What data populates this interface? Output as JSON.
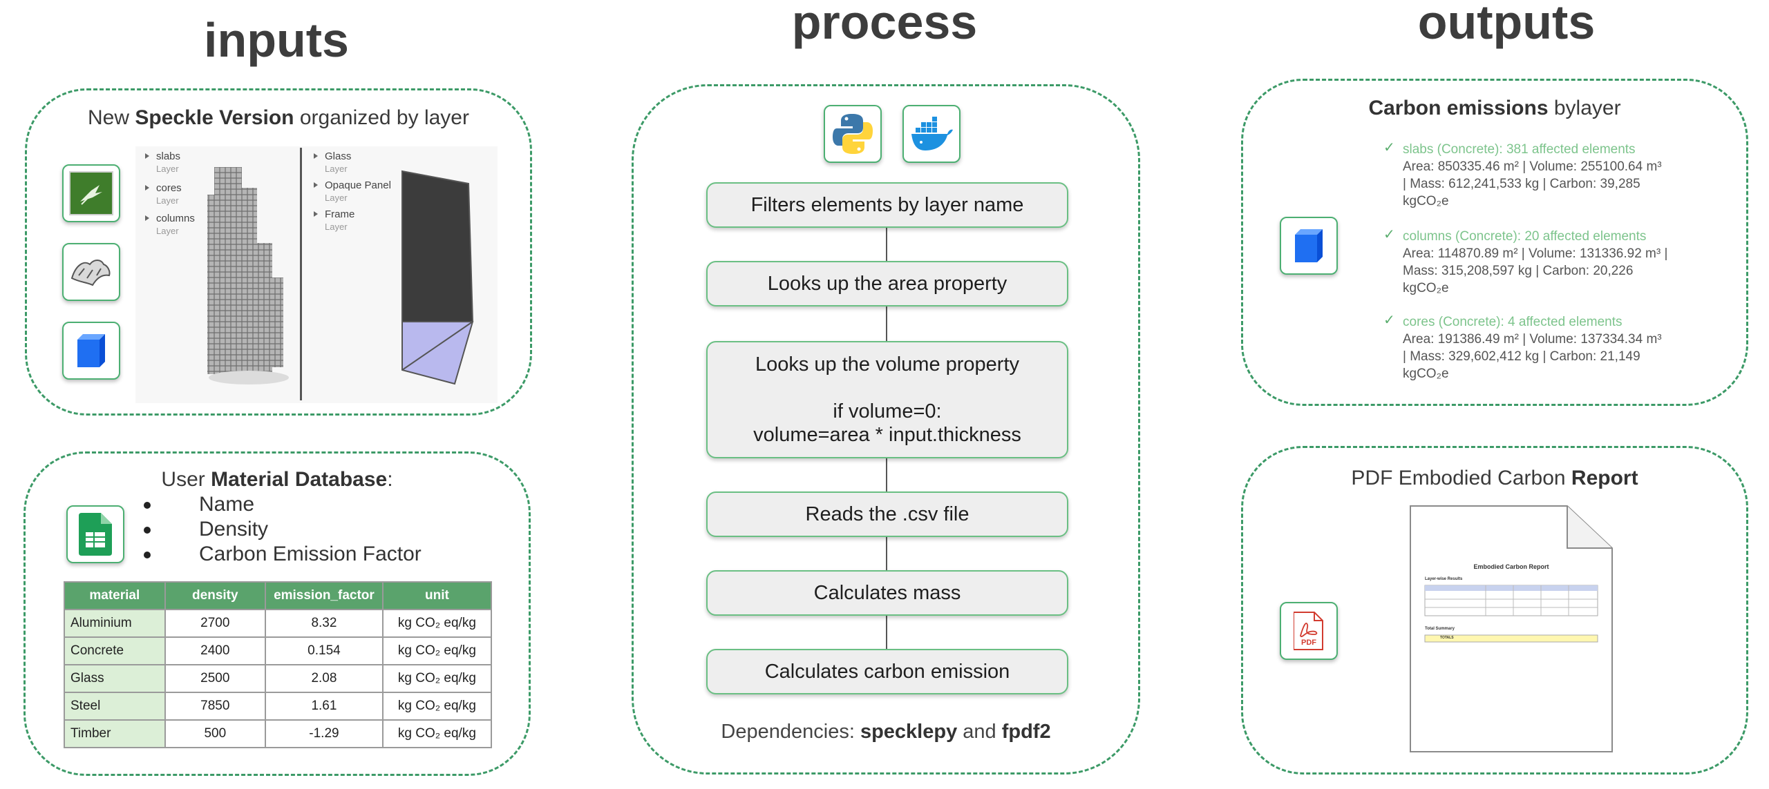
{
  "titles": {
    "inputs": "inputs",
    "process": "process",
    "outputs": "outputs"
  },
  "inputs": {
    "speckle": {
      "heading_pre": "New ",
      "heading_bold": "Speckle Version",
      "heading_post": " organized by layer",
      "icons": [
        "grasshopper-icon",
        "rhino-icon",
        "speckle-cube-icon"
      ],
      "layers_left": [
        {
          "name": "slabs",
          "type": "Layer"
        },
        {
          "name": "cores",
          "type": "Layer"
        },
        {
          "name": "columns",
          "type": "Layer"
        }
      ],
      "layers_right": [
        {
          "name": "Glass",
          "type": "Layer"
        },
        {
          "name": "Opaque Panel",
          "type": "Layer"
        },
        {
          "name": "Frame",
          "type": "Layer"
        }
      ]
    },
    "database": {
      "heading_pre": "User ",
      "heading_bold": "Material Database",
      "heading_post": ":",
      "bullets": [
        "Name",
        "Density",
        "Carbon Emission Factor"
      ],
      "table": {
        "headers": [
          "material",
          "density",
          "emission_factor",
          "unit"
        ],
        "rows": [
          [
            "Aluminium",
            "2700",
            "8.32",
            "kg CO₂ eq/kg"
          ],
          [
            "Concrete",
            "2400",
            "0.154",
            "kg CO₂ eq/kg"
          ],
          [
            "Glass",
            "2500",
            "2.08",
            "kg CO₂ eq/kg"
          ],
          [
            "Steel",
            "7850",
            "1.61",
            "kg CO₂ eq/kg"
          ],
          [
            "Timber",
            "500",
            "-1.29",
            "kg CO₂ eq/kg"
          ]
        ]
      }
    }
  },
  "process": {
    "icons": [
      "python-icon",
      "docker-icon"
    ],
    "steps": [
      {
        "lines": [
          "Filters elements by layer name"
        ]
      },
      {
        "lines": [
          "Looks up the area property"
        ]
      },
      {
        "lines": [
          "Looks up the volume property",
          "",
          "if volume=0:",
          "volume=area * input.thickness"
        ]
      },
      {
        "lines": [
          "Reads the .csv file"
        ]
      },
      {
        "lines": [
          "Calculates mass"
        ]
      },
      {
        "lines": [
          "Calculates carbon emission"
        ]
      }
    ],
    "deps_pre": "Dependencies: ",
    "deps_a": "specklepy",
    "deps_mid": " and ",
    "deps_b": "fpdf2"
  },
  "outputs": {
    "emissions": {
      "heading_bold": "Carbon emissions",
      "heading_post": " bylayer",
      "results": [
        {
          "title": "slabs (Concrete): 381 affected elements",
          "lines": [
            "Area: 850335.46 m² | Volume: 255100.64 m³",
            "| Mass: 612,241,533 kg | Carbon: 39,285",
            "kgCO₂e"
          ]
        },
        {
          "title": "columns (Concrete): 20 affected elements",
          "lines": [
            "Area: 114870.89 m² | Volume: 131336.92 m³ |",
            "Mass: 315,208,597 kg | Carbon: 20,226",
            "kgCO₂e"
          ]
        },
        {
          "title": "cores (Concrete): 4 affected elements",
          "lines": [
            "Area: 191386.49 m² | Volume: 137334.34 m³",
            "| Mass: 329,602,412 kg | Carbon: 21,149",
            "kgCO₂e"
          ]
        }
      ]
    },
    "report": {
      "heading_pre": "PDF Embodied Carbon ",
      "heading_bold": "Report",
      "icon_label": "PDF",
      "doc_title": "Embodied Carbon Report",
      "section_label": "Layer-wise Results",
      "summary_label": "Total Summary",
      "totals_label": "TOTALS"
    }
  },
  "colors": {
    "accent_green": "#3c9a67",
    "step_fill": "#eeeeee",
    "table_header": "#5aa36c",
    "result_title": "#7dc48c"
  }
}
